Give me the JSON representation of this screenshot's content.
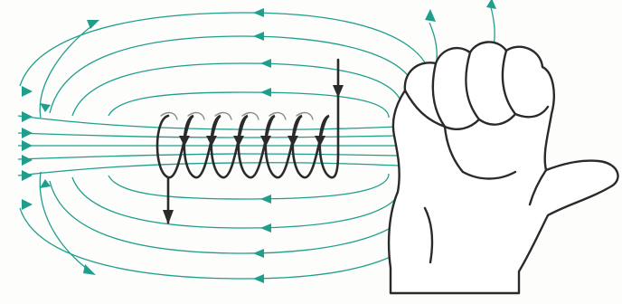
{
  "diagram": {
    "background_color": "#fdfdfb",
    "field_line_color": "#1f9e8c",
    "coil_color": "#2b2b2b",
    "hand_outline_color": "#2a2a2a",
    "hand_fill_color": "#ffffff",
    "elements": {
      "field_lines": "magnetic-field-lines",
      "coil": "solenoid-coil",
      "current_arrows": "current-direction-arrows",
      "hand": "right-hand-grip-icon"
    }
  }
}
